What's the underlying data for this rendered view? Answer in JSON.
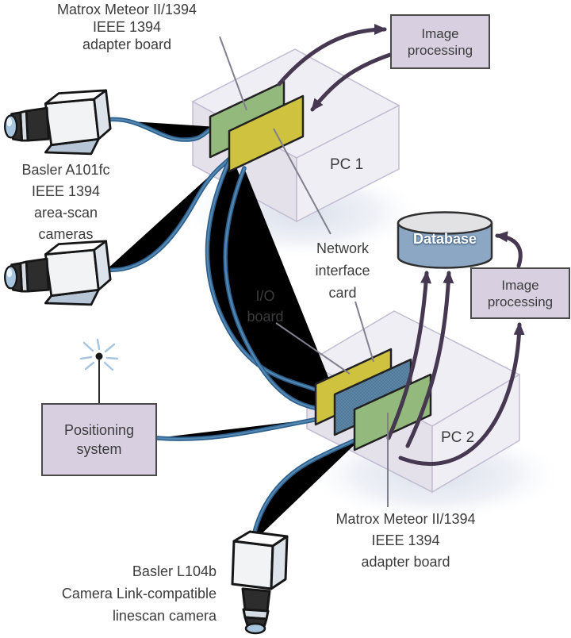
{
  "labels": {
    "matrox_pc1": [
      "Matrox Meteor II/1394",
      "IEEE 1394",
      "adapter board"
    ],
    "basler_a101fc": [
      "Basler A101fc",
      "IEEE 1394",
      "area-scan",
      "cameras"
    ],
    "network_interface_card": [
      "Network",
      "interface",
      "card"
    ],
    "io_board": [
      "I/O",
      "board"
    ],
    "pc1": "PC 1",
    "pc2": "PC 2",
    "database": "Database",
    "matrox_pc2": [
      "Matrox Meteor II/1394",
      "IEEE 1394",
      "adapter board"
    ],
    "basler_l104b": [
      "Basler L104b",
      "Camera Link-compatible",
      "linescan camera"
    ]
  },
  "boxes": {
    "image_processing_1": [
      "Image",
      "processing"
    ],
    "image_processing_2": [
      "Image",
      "processing"
    ],
    "positioning_system": [
      "Positioning",
      "system"
    ]
  },
  "colors": {
    "arrow-purple": "#463850",
    "cable-blue": "#2c5f8c",
    "cable-core": "#5488b2",
    "board-green": "#93b97d",
    "board-yellow": "#cfc23e",
    "board-blue": "#5d86a6",
    "board-blue-dot": "#486f90",
    "box-fill": "#d8d0e1",
    "box-border": "#4a4a4a",
    "pc-fill": "#f0eef5",
    "pc-wall": "#e4e1ea",
    "pc-edge": "#c2bcd2",
    "db-fill": "#8ba7c4",
    "db-top": "#e2e2e4",
    "outline-dark": "#161616",
    "label-text": "#3c3c3c",
    "leader-gray": "#80808e",
    "lens-blue": "#a9c6e0",
    "camera-face": "#f1f3f5",
    "camera-top": "#ffffff",
    "camera-side": "#dde3ea",
    "camera-shade": "#b7c6d6"
  }
}
